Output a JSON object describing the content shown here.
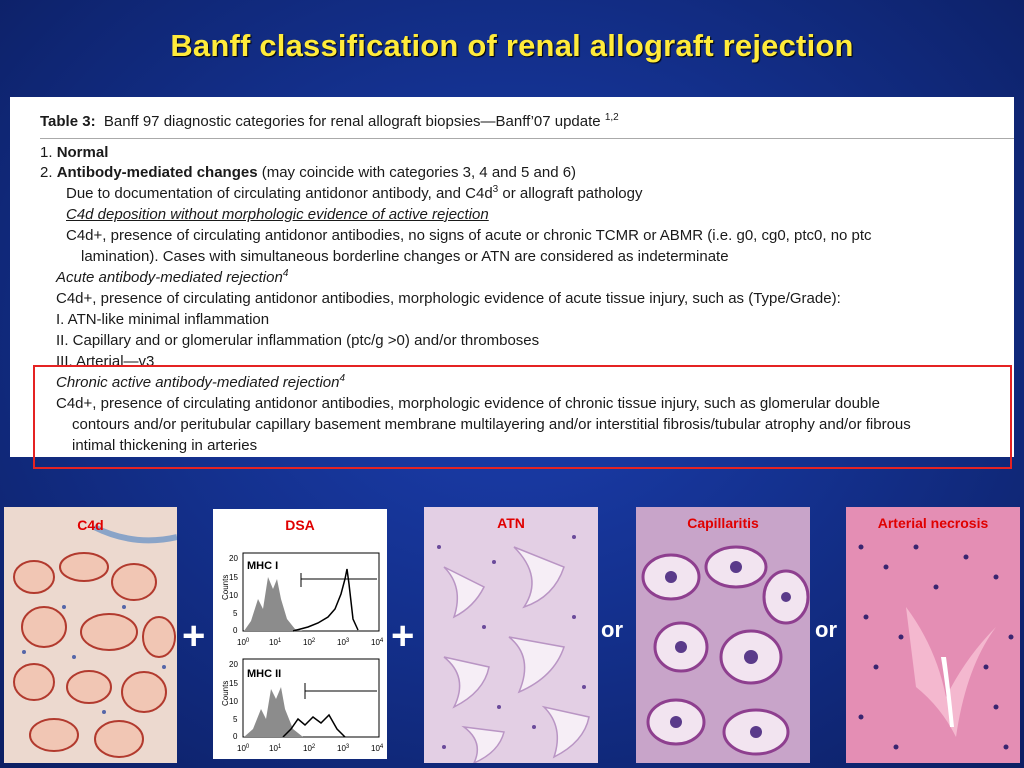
{
  "title": "Banff classification of renal allograft rejection",
  "table": {
    "caption_label": "Table 3:",
    "caption_text": "Banff 97 diagnostic categories for renal allograft biopsies—Banff’07 update",
    "caption_sup": "1,2",
    "lines": [
      {
        "num": "1. ",
        "bold": "Normal",
        "rest": ""
      },
      {
        "num": "2. ",
        "bold": "Antibody-mediated changes",
        "rest": " (may coincide with categories 3, 4 and 5 and 6)"
      },
      {
        "text": "Due to documentation of circulating antidonor antibody, and C4d",
        "sup": "3",
        "after": " or allograft pathology"
      },
      {
        "text": "C4d deposition without morphologic evidence of active rejection"
      },
      {
        "text": "C4d+, presence of circulating antidonor antibodies, no signs of acute or chronic TCMR or ABMR (i.e. g0, cg0, ptc0, no ptc"
      },
      {
        "text": "lamination). Cases with simultaneous borderline changes or ATN are considered as indeterminate"
      },
      {
        "text": "Acute antibody-mediated rejection",
        "sup": "4"
      },
      {
        "text": "C4d+, presence of circulating antidonor antibodies, morphologic evidence of acute tissue injury, such as (Type/Grade):"
      },
      {
        "text": "I. ATN-like minimal inflammation"
      },
      {
        "text": "II. Capillary and or glomerular inflammation (ptc/g >0) and/or thromboses"
      },
      {
        "text": "III. Arterial—v3"
      },
      {
        "text": "Chronic active antibody-mediated rejection",
        "sup": "4"
      },
      {
        "text": "C4d+, presence of circulating antidonor antibodies, morphologic evidence of chronic tissue injury, such as glomerular double"
      },
      {
        "text": "contours and/or peritubular capillary basement membrane multilayering and/or interstitial fibrosis/tubular atrophy and/or fibrous"
      },
      {
        "text": "intimal thickening in arteries"
      }
    ]
  },
  "panels": {
    "c4d": {
      "label": "C4d"
    },
    "dsa": {
      "label": "DSA",
      "mhc1": "MHC I",
      "mhc2": "MHC II",
      "ylabel": "Counts",
      "yticks": [
        "0",
        "5",
        "10",
        "15",
        "20"
      ],
      "xtick_base": "10",
      "xtick_exps": [
        "0",
        "1",
        "2",
        "3",
        "4"
      ]
    },
    "atn": {
      "label": "ATN"
    },
    "capillaritis": {
      "label": "Capillaritis"
    },
    "arterial": {
      "label": "Arterial necrosis"
    }
  },
  "operators": {
    "plus1": "+",
    "plus2": "+",
    "or1": "or",
    "or2": "or"
  },
  "colors": {
    "title": "#ffeb3b",
    "highlight": "#e52323",
    "panel_label": "#e00000"
  }
}
